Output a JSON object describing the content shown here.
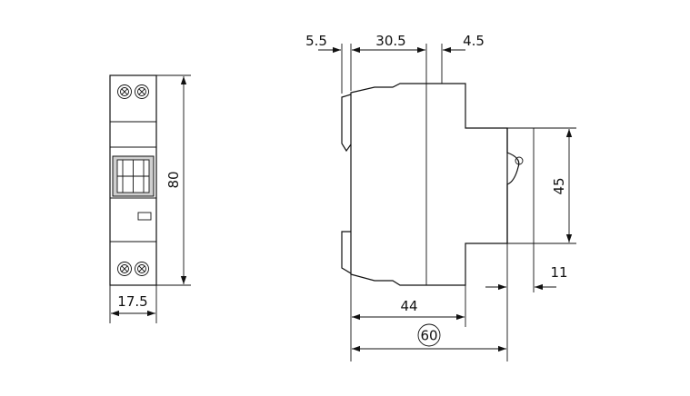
{
  "front_view": {
    "width_label": "17.5",
    "height_label": "80"
  },
  "side_view": {
    "top_left_label": "5.5",
    "top_middle_label": "30.5",
    "top_right_label": "4.5",
    "right_height_label": "45",
    "right_offset_label": "11",
    "bottom_inner_label": "44",
    "bottom_total_label": "60"
  },
  "colors": {
    "stroke": "#111111",
    "toggle_fill": "#cfcfcf"
  }
}
